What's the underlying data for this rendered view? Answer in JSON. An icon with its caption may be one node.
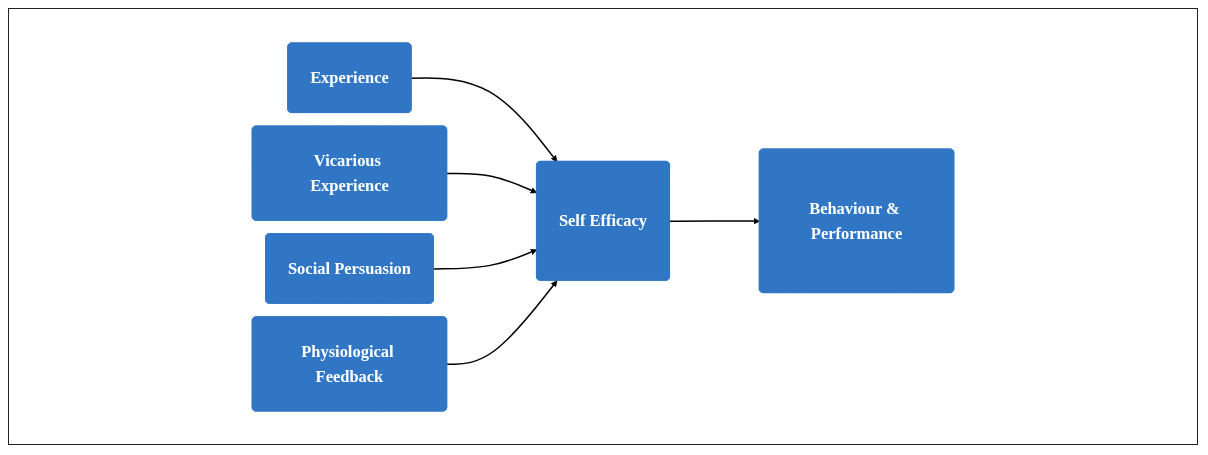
{
  "diagram": {
    "nodes": [
      {
        "text": [
          "Experience"
        ]
      },
      {
        "text": [
          "Vicarious Experience"
        ]
      },
      {
        "text": [
          "Social Persuasion"
        ]
      },
      {
        "text": [
          "Physiological Feedback"
        ]
      },
      {
        "text": [
          "Self Efficacy"
        ]
      },
      {
        "text": [
          "Behaviour & Performance"
        ]
      }
    ],
    "edges": [
      {
        "from": 0,
        "to": 4,
        "arrow": "to"
      },
      {
        "from": 1,
        "to": 4,
        "arrow": "to"
      },
      {
        "from": 2,
        "to": 4,
        "arrow": "to"
      },
      {
        "from": 3,
        "to": 4,
        "arrow": "to"
      },
      {
        "from": 4,
        "to": 5,
        "arrow": "to"
      }
    ]
  }
}
